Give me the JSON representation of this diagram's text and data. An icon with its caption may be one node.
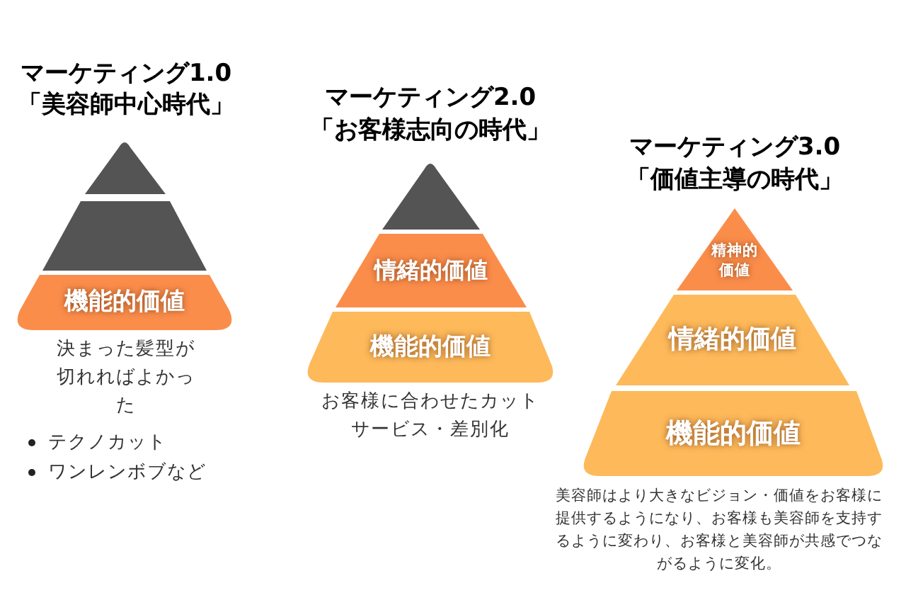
{
  "diagram": {
    "nodes": [
      {
        "text": [],
        "shape": "triangle"
      },
      {
        "text": [],
        "shape": "trapezoid"
      },
      {
        "text": [
          "機能的価値"
        ]
      },
      {
        "text": [],
        "shape": "triangle"
      },
      {
        "text": [
          "情緒的価値"
        ]
      },
      {
        "text": [
          "機能的価値"
        ]
      },
      {
        "text": [
          "精神的価値"
        ]
      },
      {
        "text": [
          "情緒的価値"
        ]
      },
      {
        "text": [
          "機能的価値"
        ]
      }
    ],
    "labels": [
      "マーケティング1.0",
      "「美容師中心時代」",
      "マーケティング2.0",
      "「お客様志向の時代」",
      "マーケティング3.0",
      "「価値主導の時代」",
      "決まった髪型が切れればよかった",
      "お客様に合わせたカットサービス・差別化",
      "テクノカット",
      "ワンレンボブなど",
      "美容師はより大きなビジョン・価値をお客様に提供するようになり、お客様も美容師を支持するように変わり、お客様と美容師が共感でつながるように変化。"
    ]
  }
}
